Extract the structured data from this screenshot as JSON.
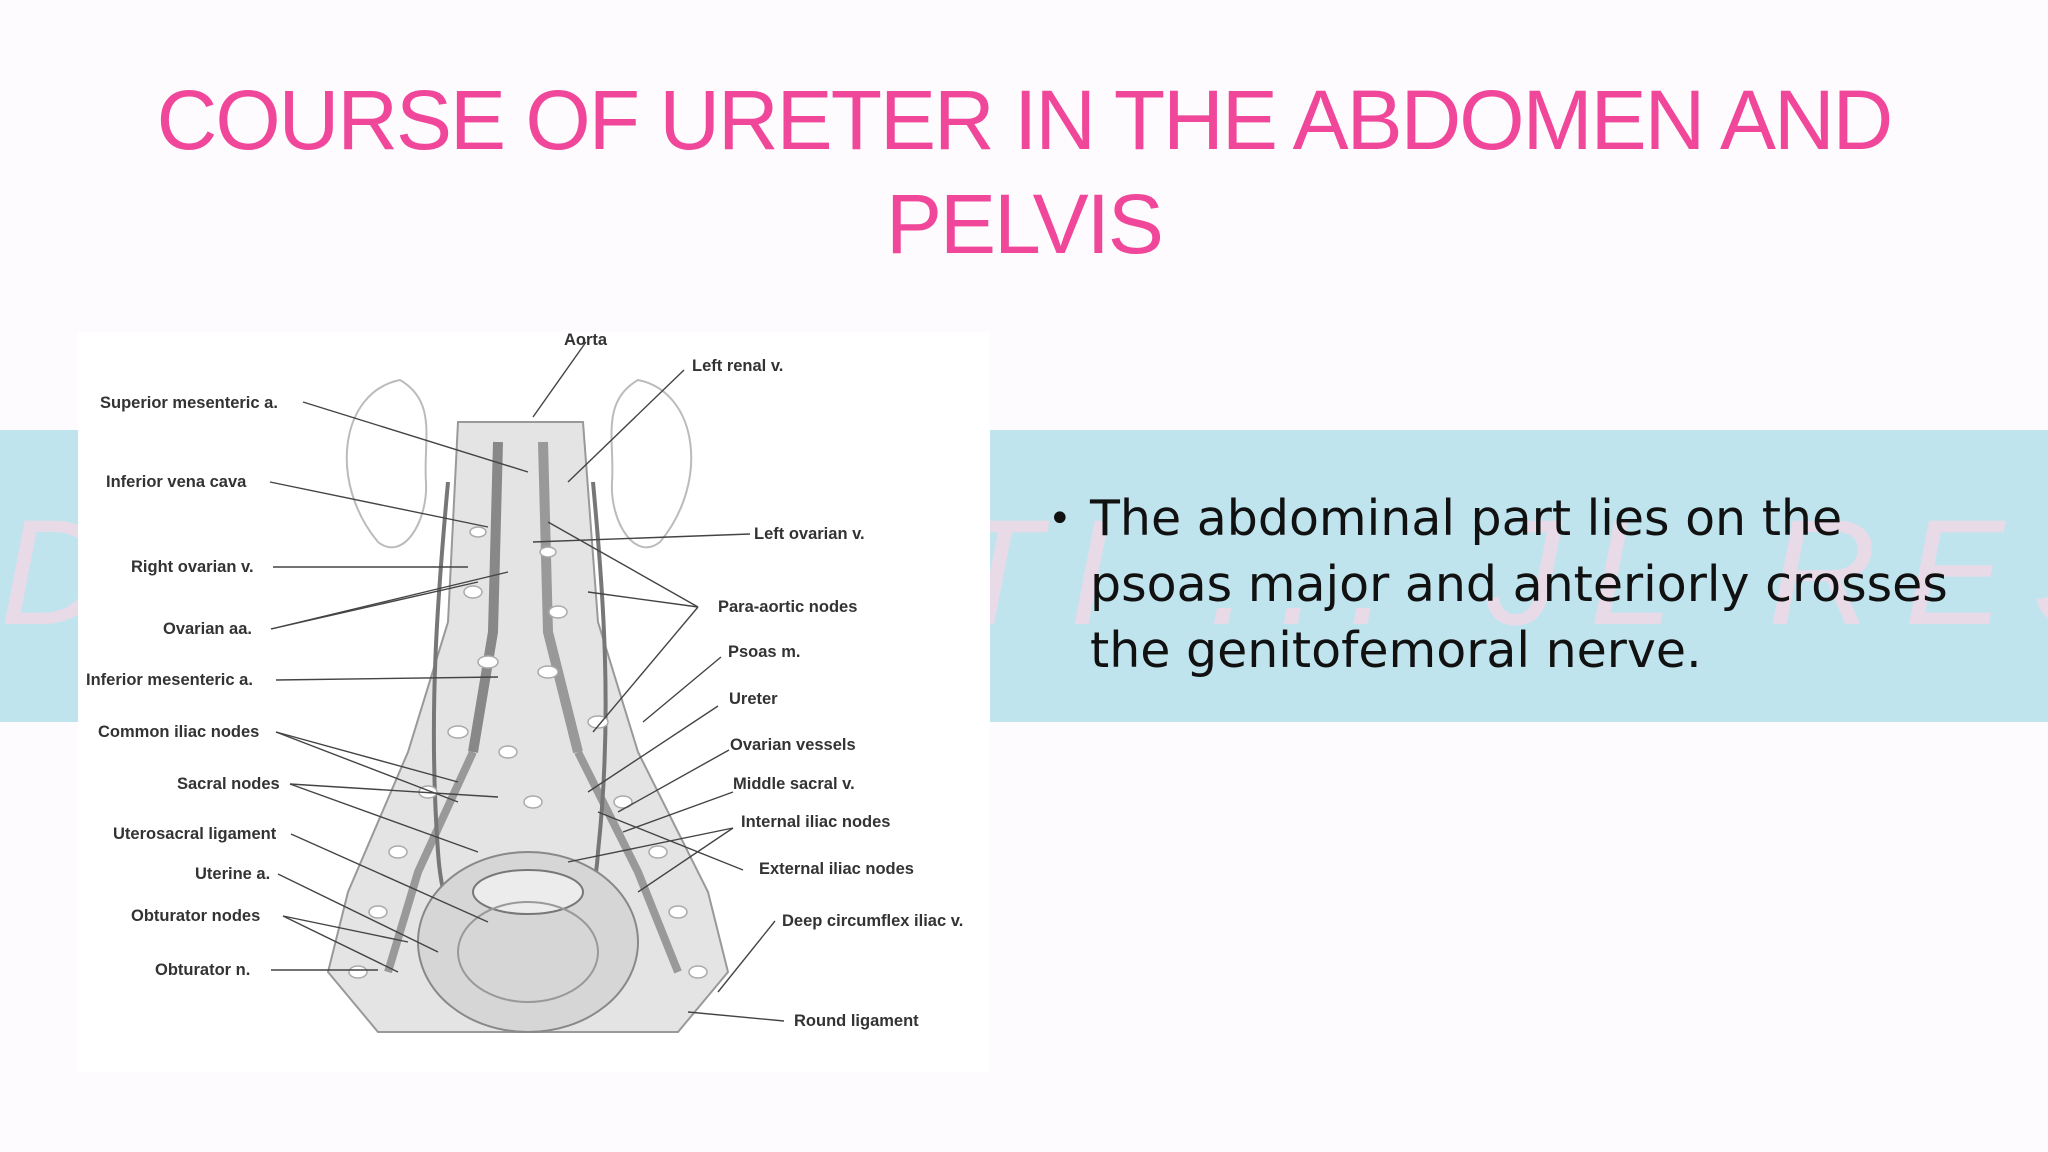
{
  "slide": {
    "title": "COURSE OF URETER IN THE ABDOMEN AND PELVIS",
    "watermark": "DR. SHRUTI ... JL RESHMI",
    "bullets": [
      {
        "marker": "•",
        "text": "The abdominal part lies on the psoas major and anteriorly crosses the genitofemoral nerve."
      }
    ]
  },
  "figure": {
    "labels_left": [
      "Superior mesenteric a.",
      "Inferior vena cava",
      "Right ovarian v.",
      "Ovarian aa.",
      "Inferior mesenteric a.",
      "Common iliac nodes",
      "Sacral nodes",
      "Uterosacral ligament",
      "Uterine a.",
      "Obturator nodes",
      "Obturator n."
    ],
    "labels_right": [
      "Aorta",
      "Left renal v.",
      "Left ovarian v.",
      "Para-aortic nodes",
      "Psoas m.",
      "Ureter",
      "Ovarian vessels",
      "Middle sacral v.",
      "Internal iliac nodes",
      "External iliac nodes",
      "Deep circumflex iliac v.",
      "Round ligament"
    ]
  },
  "colors": {
    "title": "#f0479a",
    "band": "#bfe4ee",
    "background": "#fdfbfd"
  }
}
